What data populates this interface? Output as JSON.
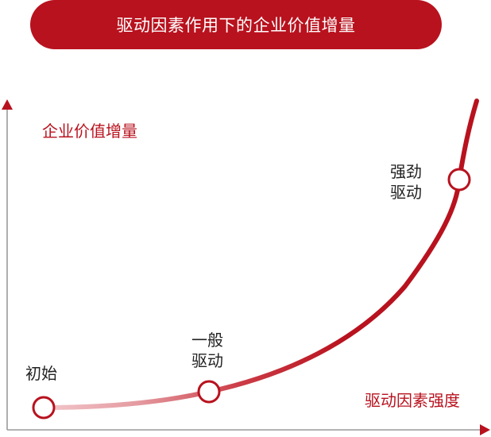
{
  "title": "驱动因素作用下的企业价值增量",
  "y_axis_label": "企业价值增量",
  "x_axis_label": "驱动因素强度",
  "stages": [
    {
      "id": "initial",
      "lines": [
        "初始"
      ]
    },
    {
      "id": "general",
      "lines": [
        "一般",
        "驱动"
      ]
    },
    {
      "id": "strong",
      "lines": [
        "强劲",
        "驱动"
      ]
    }
  ],
  "colors": {
    "accent": "#b8121e",
    "curve_start": "#f2c7cb",
    "marker_fill": "#ffffff",
    "text": "#222222",
    "title_text": "#ffffff"
  }
}
